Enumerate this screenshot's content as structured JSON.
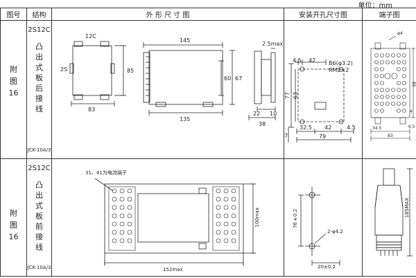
{
  "unit_label": "单位：mm",
  "headers": {
    "fig_no": "图号",
    "structure": "结构",
    "outline": "外 形 尺 寸 图",
    "mounting": "安装开孔尺寸图",
    "terminal": "端子图"
  },
  "rows": [
    {
      "fig_label": [
        "附",
        "图",
        "16"
      ],
      "code": "2S12C",
      "structure_text": [
        "凸",
        "出",
        "式",
        "板",
        "后",
        "接",
        "线"
      ],
      "model": "JCK-10A/3",
      "outline": {
        "front_top": "12C",
        "front_side": "2S",
        "front_h": "85",
        "front_w": "83",
        "side_top": "145",
        "side_h": "67",
        "side_inner": "60",
        "side_bottom": "135",
        "end_top": "2.5max",
        "end_bottom1": "22",
        "end_bottom2": "10",
        "end_bottom3": "38"
      },
      "mounting": {
        "d_left": "4.5",
        "d_mid": "42",
        "hole_note1": "B6(φ3.2)",
        "hole_note2": "RM2×2",
        "h_outer": "77",
        "h_inner": "63",
        "b1": "32.5",
        "b2": "42",
        "b3": "4.5",
        "b_left": "7",
        "b_total": "79"
      },
      "terminal": {
        "top_label": "φ4",
        "w1": "34.5",
        "w_total": "83",
        "h_total": "85",
        "h_small": "6.5",
        "v_small": "4"
      }
    },
    {
      "fig_label": [
        "附",
        "图",
        "16"
      ],
      "code": "2S12C",
      "structure_text": [
        "凸",
        "出",
        "式",
        "板",
        "前",
        "接",
        "线"
      ],
      "model": "JCK-10A/3",
      "outline": {
        "note": "31、41为电流端子",
        "height": "100max",
        "width": "152max"
      },
      "mounting": {
        "height": "76±0.2",
        "hole": "2-φ4.2",
        "width": "20±0.2"
      },
      "terminal": {
        "height": "185MAX"
      }
    }
  ]
}
